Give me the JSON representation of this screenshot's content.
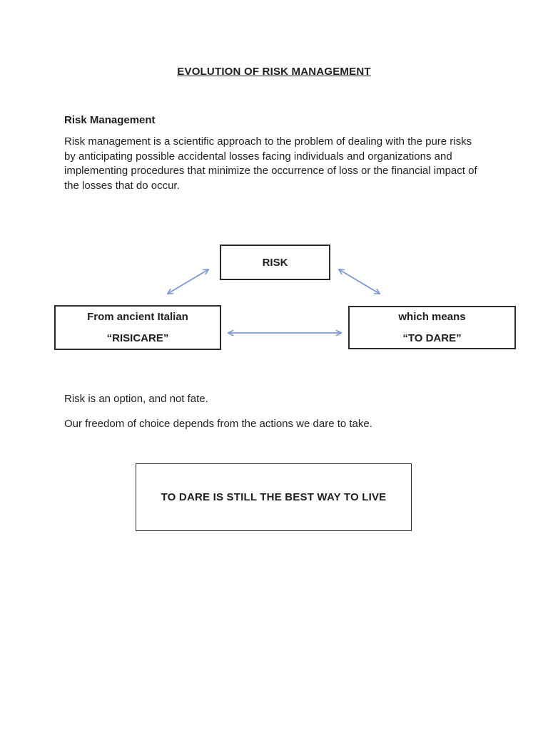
{
  "colors": {
    "arrow": "#7a9cd2",
    "ink": "#1f1f1f",
    "box_border": "#2b2b2b",
    "page_bg": "#ffffff"
  },
  "document": {
    "title": "EVOLUTION OF RISK MANAGEMENT",
    "heading": "Risk Management",
    "paragraph_lines": [
      "Risk management is a scientific approach to the problem of dealing with the pure risks",
      "by anticipating possible accidental losses facing individuals and organizations and",
      "implementing procedures that minimize the occurrence of loss or the financial impact of",
      "the losses that do occur."
    ],
    "statement_1": "Risk is an option, and not fate.",
    "statement_2": "Our freedom of choice depends from the actions we dare to take."
  },
  "diagram": {
    "risk_label": "RISK",
    "origin_line1": "From ancient Italian",
    "origin_line2": "“RISICARE”",
    "meaning_line1": "which means",
    "meaning_line2": "“TO DARE”",
    "callout": "TO DARE IS STILL THE BEST WAY TO LIVE"
  }
}
